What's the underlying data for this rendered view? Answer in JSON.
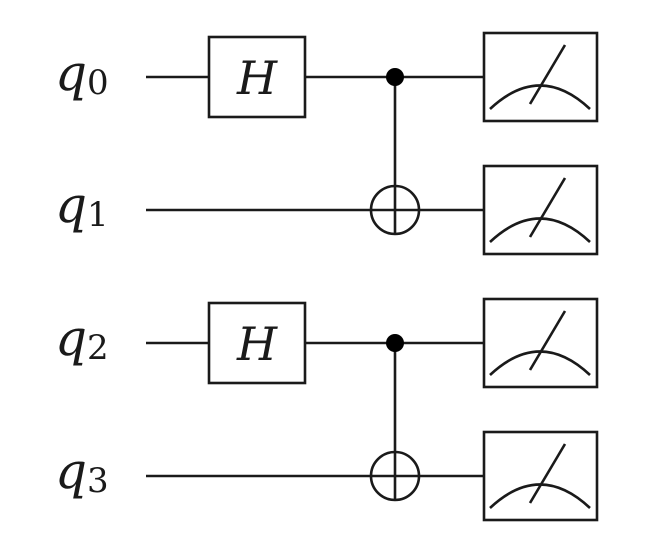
{
  "circuit": {
    "qubits": [
      {
        "letter": "q",
        "index": "0"
      },
      {
        "letter": "q",
        "index": "1"
      },
      {
        "letter": "q",
        "index": "2"
      },
      {
        "letter": "q",
        "index": "3"
      }
    ],
    "hadamard_gates": [
      {
        "qubit": 0,
        "label": "H"
      },
      {
        "qubit": 2,
        "label": "H"
      }
    ],
    "cnot_gates": [
      {
        "control": 0,
        "target": 1
      },
      {
        "control": 2,
        "target": 3
      }
    ],
    "measurements": [
      {
        "qubit": 0
      },
      {
        "qubit": 1
      },
      {
        "qubit": 2
      },
      {
        "qubit": 3
      }
    ]
  }
}
